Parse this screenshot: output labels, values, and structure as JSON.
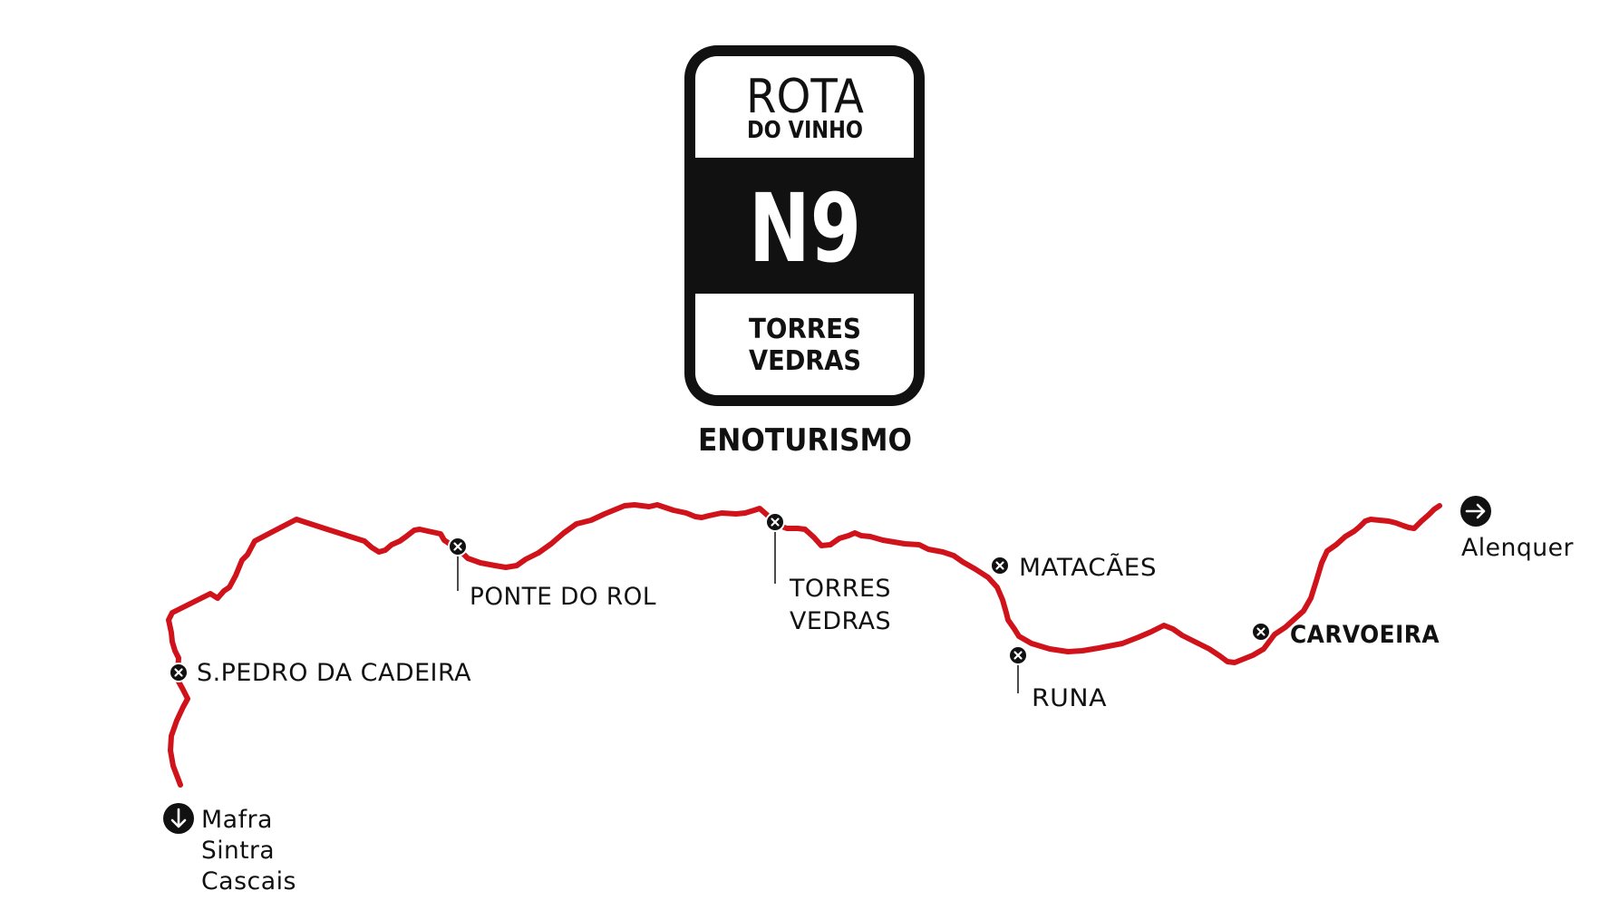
{
  "sign": {
    "title": "ROTA",
    "subtitle": "DO VINHO",
    "route_number": "N9",
    "region_line1": "TORRES",
    "region_line2": "VEDRAS",
    "caption": "ENOTURISMO"
  },
  "colors": {
    "route": "#d0121b",
    "ink": "#111111",
    "background": "#ffffff"
  },
  "stops": {
    "s_pedro": "S.PEDRO DA CADEIRA",
    "ponte_do_rol": "PONTE DO ROL",
    "torres_vedras_1": "TORRES",
    "torres_vedras_2": "VEDRAS",
    "matacaes": "MATACÃES",
    "runa": "RUNA",
    "carvoeira": "CARVOEIRA"
  },
  "destinations": {
    "south": {
      "icon": "arrow-down-icon",
      "lines": [
        "Mafra",
        "Sintra",
        "Cascais"
      ]
    },
    "east": {
      "icon": "arrow-right-icon",
      "label": "Alenquer"
    }
  }
}
